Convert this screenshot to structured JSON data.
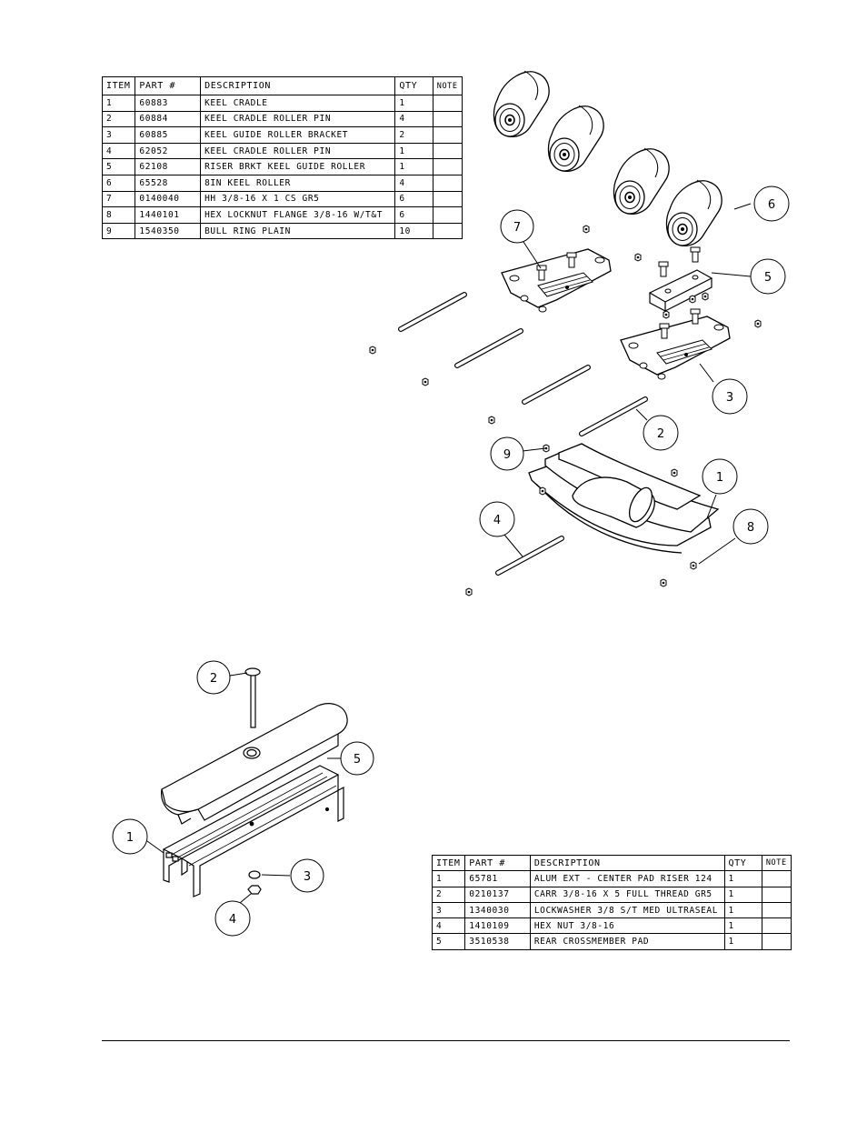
{
  "parts_table_1": {
    "headers": [
      "ITEM",
      "PART #",
      "DESCRIPTION",
      "QTY",
      "NOTE"
    ],
    "rows": [
      [
        "1",
        "60883",
        "KEEL CRADLE",
        "1",
        ""
      ],
      [
        "2",
        "60884",
        "KEEL CRADLE ROLLER PIN",
        "4",
        ""
      ],
      [
        "3",
        "60885",
        "KEEL GUIDE ROLLER BRACKET",
        "2",
        ""
      ],
      [
        "4",
        "62052",
        "KEEL CRADLE ROLLER PIN",
        "1",
        ""
      ],
      [
        "5",
        "62108",
        "RISER BRKT KEEL GUIDE ROLLER",
        "1",
        ""
      ],
      [
        "6",
        "65528",
        "8IN KEEL ROLLER",
        "4",
        ""
      ],
      [
        "7",
        "0140040",
        "HH 3/8-16 X 1 CS GR5",
        "6",
        ""
      ],
      [
        "8",
        "1440101",
        "HEX LOCKNUT FLANGE 3/8-16 W/T&T",
        "6",
        ""
      ],
      [
        "9",
        "1540350",
        "BULL RING PLAIN",
        "10",
        ""
      ]
    ]
  },
  "parts_table_2": {
    "headers": [
      "ITEM",
      "PART #",
      "DESCRIPTION",
      "QTY",
      "NOTE"
    ],
    "rows": [
      [
        "1",
        "65781",
        "ALUM EXT - CENTER PAD RISER 124",
        "1",
        ""
      ],
      [
        "2",
        "0210137",
        "CARR 3/8-16 X 5 FULL THREAD GR5",
        "1",
        ""
      ],
      [
        "3",
        "1340030",
        "LOCKWASHER 3/8 S/T MED ULTRASEAL",
        "1",
        ""
      ],
      [
        "4",
        "1410109",
        "HEX NUT 3/8-16",
        "1",
        ""
      ],
      [
        "5",
        "3510538",
        "REAR CROSSMEMBER PAD",
        "1",
        ""
      ]
    ]
  },
  "callouts_top": {
    "c7": "7",
    "c6": "6",
    "c5": "5",
    "c3": "3",
    "c2": "2",
    "c9": "9",
    "c1": "1",
    "c8": "8",
    "c4": "4"
  },
  "callouts_bottom": {
    "c2": "2",
    "c5": "5",
    "c1": "1",
    "c3": "3",
    "c4": "4"
  }
}
